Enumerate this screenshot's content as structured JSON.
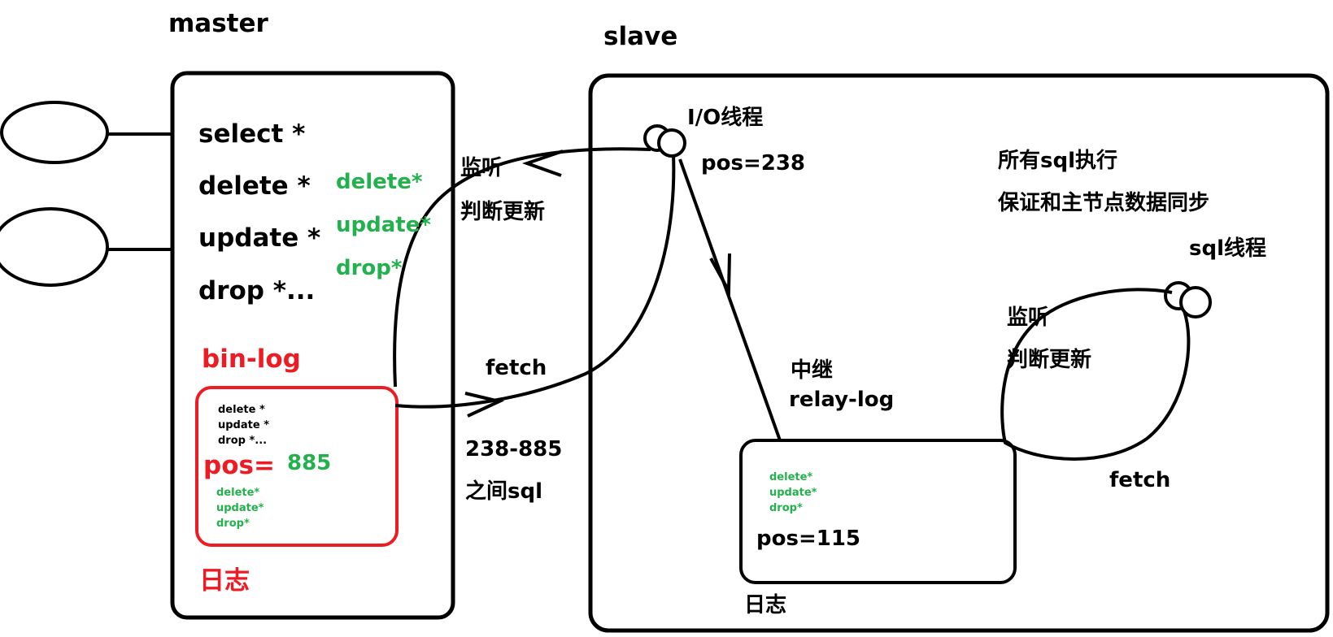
{
  "master": {
    "title": "master",
    "commands": [
      "select *",
      "delete *",
      "update *",
      "drop *..."
    ],
    "replicated": [
      "delete*",
      "update*",
      "drop*"
    ],
    "binlog_label": "bin-log",
    "log_entries": [
      "delete *",
      "update *",
      "drop *..."
    ],
    "pos_label": "pos=",
    "pos_value": "885",
    "log_replicated": [
      "delete*",
      "update*",
      "drop*"
    ],
    "log_caption": "日志"
  },
  "middle": {
    "listen": "监听",
    "check_update": "判断更新",
    "fetch": "fetch",
    "range": "238-885",
    "range_note": "之间sql"
  },
  "slave": {
    "title": "slave",
    "io_thread": "I/O线程",
    "io_pos": "pos=238",
    "relay_label": "中继",
    "relay_log": "relay-log",
    "relay_entries": [
      "delete*",
      "update*",
      "drop*"
    ],
    "relay_pos": "pos=115",
    "relay_caption": "日志",
    "exec_all": "所有sql执行",
    "sync_note": "保证和主节点数据同步",
    "sql_thread": "sql线程",
    "listen": "监听",
    "check_update": "判断更新",
    "fetch": "fetch"
  },
  "colors": {
    "green": "#22b14c",
    "red": "#ed1c24",
    "stroke": "#000000"
  }
}
